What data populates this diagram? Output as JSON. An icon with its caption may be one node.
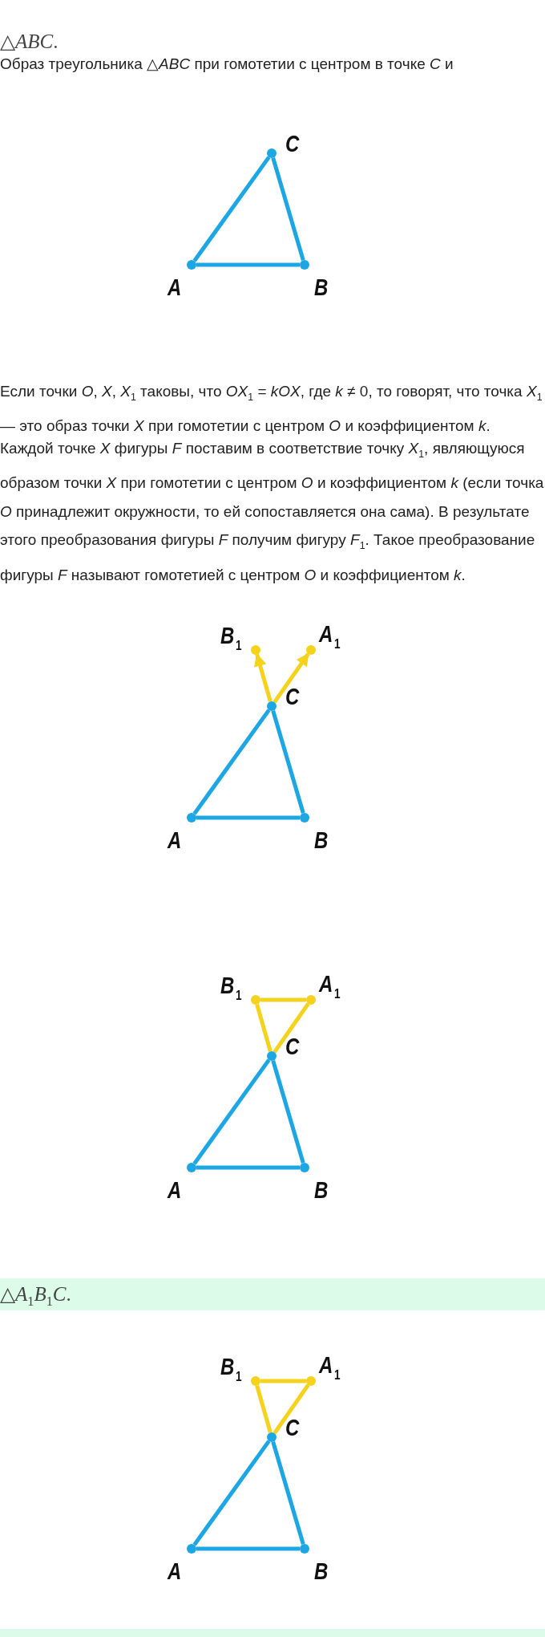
{
  "diagram": {
    "nodes": [
      {
        "text": [],
        "shape": "circle"
      },
      {
        "text": [],
        "shape": "circle"
      },
      {
        "text": [],
        "shape": "circle"
      },
      {
        "text": [],
        "shape": "circle"
      },
      {
        "text": [],
        "shape": "circle"
      },
      {
        "text": [],
        "shape": "circle"
      },
      {
        "text": [],
        "shape": "circle"
      },
      {
        "text": [],
        "shape": "circle"
      },
      {
        "text": [],
        "shape": "circle"
      },
      {
        "text": [],
        "shape": "circle"
      },
      {
        "text": [],
        "shape": "circle"
      },
      {
        "text": [],
        "shape": "circle"
      },
      {
        "text": [],
        "shape": "circle"
      },
      {
        "text": [],
        "shape": "circle"
      },
      {
        "text": [],
        "shape": "circle"
      },
      {
        "text": [],
        "shape": "circle"
      },
      {
        "text": [],
        "shape": "circle"
      },
      {
        "text": [],
        "shape": "circle"
      }
    ],
    "edges": [
      {
        "from": 0,
        "to": 1,
        "arrow": "none"
      },
      {
        "from": 1,
        "to": 2,
        "arrow": "none"
      },
      {
        "from": 2,
        "to": 0,
        "arrow": "none"
      },
      {
        "from": 5,
        "to": 3,
        "arrow": "to",
        "color": "#f5d21c"
      },
      {
        "from": 5,
        "to": 4,
        "arrow": "to",
        "color": "#f5d21c"
      },
      {
        "from": 5,
        "to": 6,
        "arrow": "none"
      },
      {
        "from": 6,
        "to": 7,
        "arrow": "none"
      },
      {
        "from": 7,
        "to": 5,
        "arrow": "none"
      },
      {
        "from": 8,
        "to": 9,
        "arrow": "none",
        "color": "#f5d21c"
      },
      {
        "from": 9,
        "to": 10,
        "arrow": "none",
        "color": "#f5d21c"
      },
      {
        "from": 10,
        "to": 8,
        "arrow": "none",
        "color": "#f5d21c"
      },
      {
        "from": 10,
        "to": 11,
        "arrow": "none"
      },
      {
        "from": 11,
        "to": 12,
        "arrow": "none"
      },
      {
        "from": 12,
        "to": 10,
        "arrow": "none"
      },
      {
        "from": 13,
        "to": 14,
        "arrow": "none",
        "color": "#f5d21c"
      },
      {
        "from": 14,
        "to": 15,
        "arrow": "none",
        "color": "#f5d21c"
      },
      {
        "from": 15,
        "to": 13,
        "arrow": "none",
        "color": "#f5d21c"
      },
      {
        "from": 15,
        "to": 16,
        "arrow": "none"
      },
      {
        "from": 16,
        "to": 17,
        "arrow": "none"
      },
      {
        "from": 17,
        "to": 15,
        "arrow": "none"
      }
    ],
    "labels": [
      "△*ABC*.",
      "Образ треугольника △*ABC* при гомотетии с центром в точке *C* и",
      "C",
      "A",
      "B",
      "Если точки *O*, *X*, *X*$_{1}$ таковы, что *OX*$_{1}$ = *kOX*, где *k* ≠ 0, то говорят, что точка *X*$_{1}$ — это образ точки *X* при гомотетии с центром *O* и коэффициентом *k*.",
      "Каждой точке *X* фигуры *F* поставим в соответствие точку *X*$_{1}$, являющуюся образом точки *X* при гомотетии с центром *O* и коэффициентом *k* (если точка *O* принадлежит окружности, то ей сопоставляется она сама). В результате этого преобразования фигуры *F* получим фигуру *F*$_{1}$. Такое преобразование фигуры *F* называют гомотетией с центром *O* и коэффициентом *k*.",
      "B$_{1}$",
      "A$_{1}$",
      "C",
      "A",
      "B",
      "B$_{1}$",
      "A$_{1}$",
      "C",
      "A",
      "B",
      "△*A*$_{1}$*B*$_{1}$*C*.",
      "B$_{1}$",
      "A$_{1}$",
      "C",
      "A",
      "B"
    ]
  }
}
